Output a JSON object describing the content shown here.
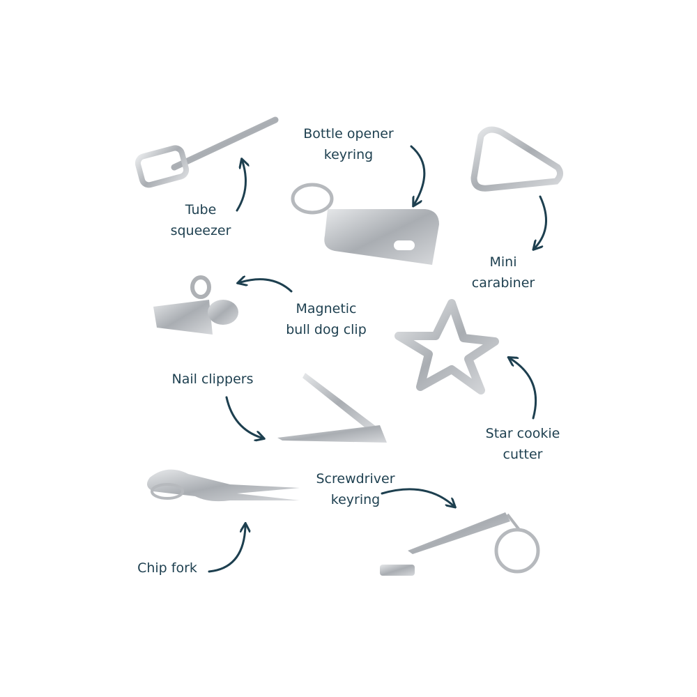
{
  "colors": {
    "text": "#1d3f4f",
    "arrow": "#1d3f4f",
    "metal": "#b9bcc0"
  },
  "items": [
    {
      "name": "tube-squeezer",
      "lines": [
        "Tube",
        "squeezer"
      ]
    },
    {
      "name": "bottle-opener-keyring",
      "lines": [
        "Bottle opener",
        "keyring"
      ]
    },
    {
      "name": "mini-carabiner",
      "lines": [
        "Mini",
        "carabiner"
      ]
    },
    {
      "name": "magnetic-bull-dog-clip",
      "lines": [
        "Magnetic",
        "bull dog clip"
      ]
    },
    {
      "name": "nail-clippers",
      "lines": [
        "Nail clippers"
      ]
    },
    {
      "name": "star-cookie-cutter",
      "lines": [
        "Star cookie",
        "cutter"
      ]
    },
    {
      "name": "screwdriver-keyring",
      "lines": [
        "Screwdriver",
        "keyring"
      ]
    },
    {
      "name": "chip-fork",
      "lines": [
        "Chip fork"
      ]
    }
  ]
}
